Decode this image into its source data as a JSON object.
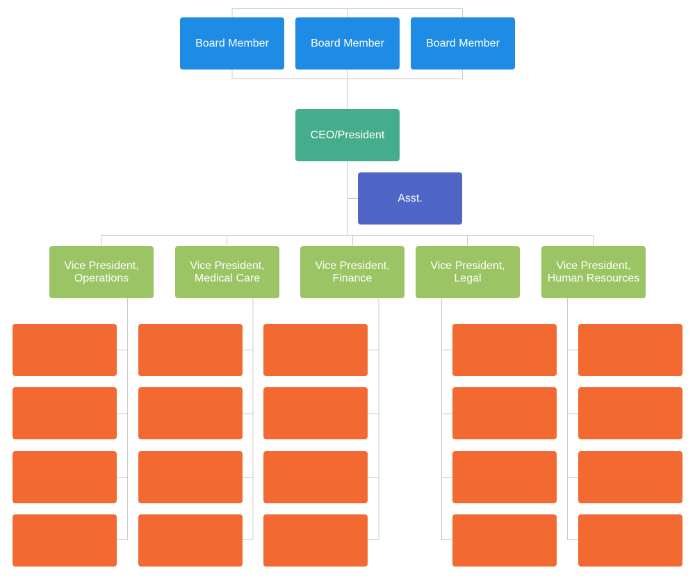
{
  "colors": {
    "board": "#1e8be4",
    "ceo": "#45ad8c",
    "assistant": "#4f66c7",
    "vice_president": "#9bc464",
    "staff": "#f26a31",
    "connector": "#c8c8c8"
  },
  "board": [
    {
      "label": "Board Member"
    },
    {
      "label": "Board Member"
    },
    {
      "label": "Board Member"
    }
  ],
  "ceo": {
    "label": "CEO/President"
  },
  "assistant": {
    "label": "Asst."
  },
  "vice_presidents": [
    {
      "label": "Vice President,\nOperations",
      "staff_count": 4
    },
    {
      "label": "Vice President,\nMedical Care",
      "staff_count": 4
    },
    {
      "label": "Vice President,\nFinance",
      "staff_count": 4
    },
    {
      "label": "Vice President,\nLegal",
      "staff_count": 4
    },
    {
      "label": "Vice President,\nHuman Resources",
      "staff_count": 4
    }
  ]
}
